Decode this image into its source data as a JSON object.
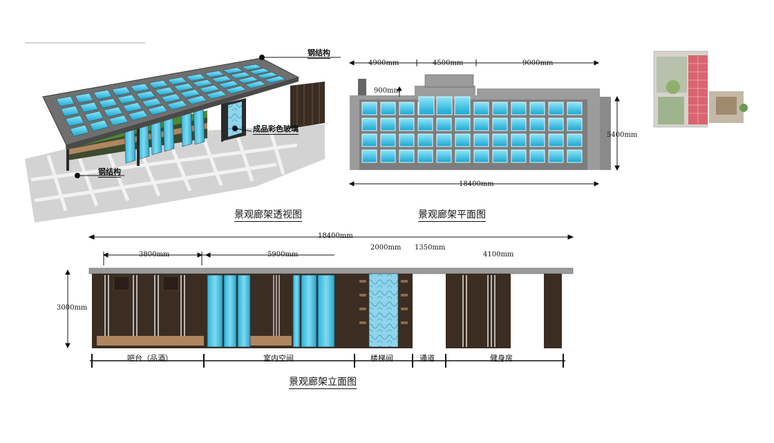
{
  "perspective": {
    "title": "景观廊架透视图",
    "callout_steel_top": "钢结构",
    "callout_glass": "成品彩色玻璃",
    "callout_steel_bottom": "钢结构"
  },
  "plan": {
    "title": "景观廊架平面图",
    "dim_top_1": "4900mm",
    "dim_top_2": "4500mm",
    "dim_top_3": "9000mm",
    "dim_900": "900mm",
    "dim_right": "5400mm",
    "dim_bottom": "18400mm"
  },
  "elevation": {
    "title": "景观廊架立面图",
    "dim_total": "18400mm",
    "dim_3800": "3800mm",
    "dim_5900": "5900mm",
    "dim_2000": "2000mm",
    "dim_1350": "1350mm",
    "dim_4100": "4100mm",
    "dim_height": "3000mm",
    "zones": [
      "吧台（品酒）",
      "室内空间",
      "楼梯间",
      "通道",
      "健身房"
    ]
  },
  "colors": {
    "glass": "#2fb6d8",
    "steel": "#6e6e6e",
    "wood_dark": "#3b2d22",
    "wood_floor": "#b08660",
    "highlight_red": "#d9505e"
  }
}
